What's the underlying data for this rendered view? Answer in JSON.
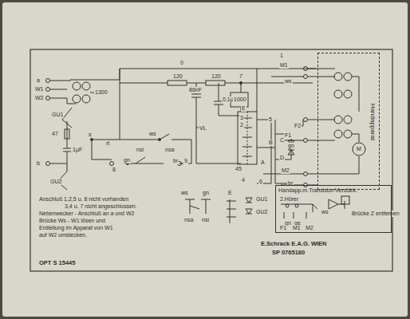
{
  "diagram": {
    "nodes": [
      {
        "text": [
          "Handapparat"
        ]
      },
      {
        "text": [
          "Handapp.m.Transistor-Verstärk."
        ]
      }
    ],
    "labels": [
      "0",
      "120",
      "120",
      "7",
      "a",
      "W1",
      "W2",
      "1300",
      "GU1",
      "47",
      "1µF",
      "b",
      "GU2",
      "86nF",
      "0,1µF",
      "1000",
      "VL",
      "E",
      "3",
      "2",
      "45",
      "4",
      "A",
      "6",
      "B",
      "C",
      "D",
      "5",
      "F2",
      "1",
      "M1",
      "ws",
      "F1",
      "gn",
      "M2",
      "br",
      "M",
      "s",
      "rt",
      "ws",
      "nsa",
      "nsi",
      "8",
      "gn",
      "br",
      "9",
      "Anschluß 1,2,5 u. 8 nicht vorhanden",
      "3,4 u. 7 nicht angeschlossen.",
      "Nebenwecker - Anschluß an a und W2",
      "Brücke Ws - W1 lösen und",
      "Erdleitung im Apparat von W1",
      "auf W2 umstecken.",
      "OPT S 15445",
      "E.Schrack E.A.G. WIEN",
      "SP 0765180",
      "ws",
      "gn",
      "nsa",
      "nsi",
      "E",
      "GU1",
      "GU2",
      "2.Hörer",
      "gn",
      "ge",
      "F1",
      "M1",
      "M2",
      "ws",
      "Brücke Z entfernen"
    ]
  }
}
